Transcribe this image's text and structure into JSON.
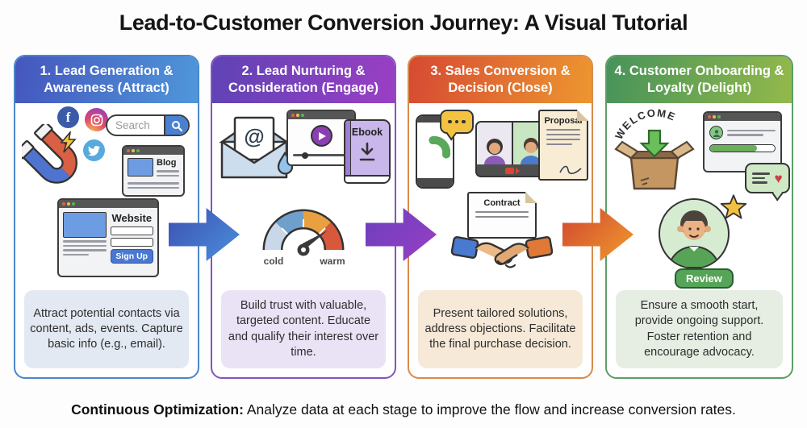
{
  "title": "Lead-to-Customer Conversion Journey: A Visual Tutorial",
  "footer": {
    "lead": "Continuous Optimization:",
    "rest": " Analyze data at each stage to improve the flow and increase conversion rates."
  },
  "colors": {
    "p1-grad-a": "#4556bd",
    "p1-grad-b": "#4f97da",
    "p1-border": "#4b87c8",
    "p1-box": "#e3e9f3",
    "p2-grad-a": "#5f43b5",
    "p2-grad-b": "#9a3fc4",
    "p2-border": "#8453c0",
    "p2-box": "#eae3f6",
    "p3-grad-a": "#d64a33",
    "p3-grad-b": "#ed9630",
    "p3-border": "#d98a4a",
    "p3-box": "#f6e9d7",
    "p4-grad-a": "#47935a",
    "p4-grad-b": "#93b94b",
    "p4-border": "#5d9d68",
    "p4-box": "#e6eee3",
    "arrow1-a": "#3c50b2",
    "arrow1-b": "#4b90dc",
    "arrow2-a": "#6a3fbb",
    "arrow2-b": "#993fc6",
    "arrow3-a": "#d1452f",
    "arrow3-b": "#f09c2e"
  },
  "panels": [
    {
      "title": "1. Lead Generation & Awareness (Attract)",
      "description": "Attract potential contacts via content, ads, events. Capture basic info (e.g., email).",
      "labels": {
        "facebook": "f",
        "search": "Search",
        "blog": "Blog",
        "website": "Website",
        "signup": "Sign Up"
      }
    },
    {
      "title": "2. Lead Nurturing & Consideration (Engage)",
      "description": "Build trust with valuable, targeted content. Educate and qualify their interest over time.",
      "labels": {
        "ebook": "Ebook",
        "cold": "cold",
        "warm": "warm"
      }
    },
    {
      "title": "3. Sales Conversion & Decision (Close)",
      "description": "Present tailored solutions, address objections. Facilitate the final purchase decision.",
      "labels": {
        "proposal": "Proposal",
        "contract": "Contract"
      }
    },
    {
      "title": "4. Customer Onboarding & Loyalty (Delight)",
      "description": "Ensure a smooth start, provide ongoing support. Foster retention and encourage advocacy.",
      "labels": {
        "welcome": "WELCOME",
        "review": "Review"
      }
    }
  ]
}
